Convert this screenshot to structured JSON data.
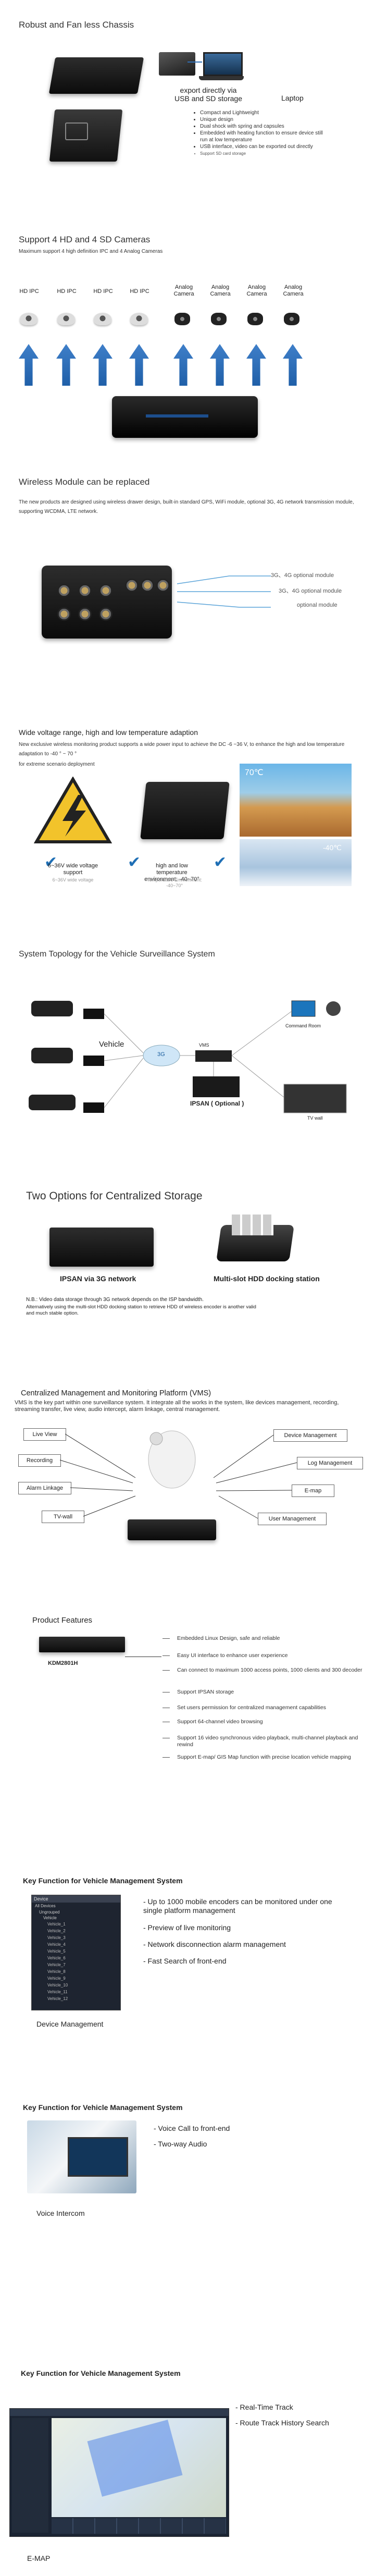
{
  "sec1": {
    "title": "Robust and Fan less Chassis",
    "export_label": "export directly via\nUSB and SD storage",
    "laptop_label": "Laptop",
    "bullets": [
      "Compact and Lightweight",
      "Unique design",
      "Dual shock with spring and capsules",
      "Embedded with heating function to ensure device still run at low temperature",
      "USB interface, video can be exported out directly",
      "Support SD card storage"
    ]
  },
  "sec2": {
    "title": "Support 4 HD and 4 SD Cameras",
    "subtitle": "Maximum support 4 high definition IPC and 4 Analog Cameras",
    "cams": [
      "HD IPC",
      "HD IPC",
      "HD IPC",
      "HD IPC",
      "Analog Camera",
      "Analog Camera",
      "Analog Camera",
      "Analog Camera"
    ]
  },
  "sec3": {
    "title": "Wireless Module can be replaced",
    "desc": "The new products are designed using wireless drawer design, built-in standard GPS, WiFi module, optional 3G, 4G network transmission module, supporting WCDMA, LTE network.",
    "opt1": "3G、4G optional module",
    "opt2": "3G、4G optional module",
    "opt3": "optional module"
  },
  "sec4": {
    "title": "Wide voltage range, high and low temperature adaption",
    "desc": "New exclusive wireless monitoring product supports a wide power input to achieve the DC -6 ~36 V, to enhance the high and low temperature adaptation to -40 ° ~ 70 °",
    "desc2": "for extreme scenario deployment",
    "temp_hot": "70℃",
    "temp_cold": "-40℃",
    "check1": "6~36V wide voltage support",
    "check1_sub": "6~36V wide voltage",
    "check2": "high and low temperature environment: -40~70°",
    "check2_sub": "Temperature Environment: -40~70°"
  },
  "sec5": {
    "title": "System Topology for the Vehicle Surveillance System",
    "vehicle": "Vehicle",
    "cloud": "3G",
    "vms": "VMS",
    "command_room": "Command Room",
    "ipsan": "IPSAN ( Optional )",
    "tvwall": "TV wall"
  },
  "sec6": {
    "title": "Two Options for Centralized Storage",
    "opt1": "IPSAN via 3G network",
    "opt2": "Multi-slot HDD docking station",
    "note1": "N.B.: Video data storage through 3G network depends on the ISP bandwidth.",
    "note2": "Alternatively using the multi-slot HDD docking station to retrieve HDD of wireless encoder is another valid and much stable option."
  },
  "sec7": {
    "title": "Centralized Management and Monitoring Platform (VMS)",
    "desc": "VMS is the key part within one surveillance system. It integrate all the works in the system, like devices management, recording, streaming transfer, live view, audio intercept, alarm linkage, central management.",
    "left": [
      "Live View",
      "Recording",
      "Alarm Linkage",
      "TV-wall"
    ],
    "right": [
      "Device Management",
      "Log Management",
      "E-map",
      "User Management"
    ]
  },
  "sec8": {
    "title": "Product Features",
    "model": "KDM2801H",
    "features": [
      "Embedded Linux Design, safe and reliable",
      "Easy UI interface to enhance user experience",
      "Can connect to maximum 1000 access points, 1000 clients and 300 decoder",
      "Support IPSAN storage",
      "Set users permission for centralized management capabilities",
      "Support 64-channel video browsing",
      "Support 16 video synchronous video playback, multi-channel playback and rewind",
      "Support E-map/ GIS Map function with precise location vehicle mapping"
    ]
  },
  "sec9": {
    "title": "Key Function for Vehicle Management System",
    "items": [
      "- Up to 1000 mobile encoders can be monitored under one single platform management",
      "- Preview of live monitoring",
      "- Network disconnection alarm management",
      "- Fast Search of front-end"
    ],
    "caption": "Device Management",
    "tree_header": "Device",
    "tree_root": "All Devices",
    "tree_group": "Ungrouped",
    "tree_sub": "Vehicle",
    "tree_items": [
      "Vehicle_1",
      "Vehicle_2",
      "Vehicle_3",
      "Vehicle_4",
      "Vehicle_5",
      "Vehicle_6",
      "Vehicle_7",
      "Vehicle_8",
      "Vehicle_9",
      "Vehicle_10",
      "Vehicle_11",
      "Vehicle_12"
    ]
  },
  "sec10": {
    "title": "Key Function for Vehicle Management System",
    "items": [
      "- Voice Call to front-end",
      "- Two-way Audio"
    ],
    "caption": "Voice Intercom"
  },
  "sec11": {
    "title": "Key Function for Vehicle Management System",
    "items": [
      "- Real-Time Track",
      "- Route Track History Search"
    ],
    "caption": "E-MAP"
  }
}
